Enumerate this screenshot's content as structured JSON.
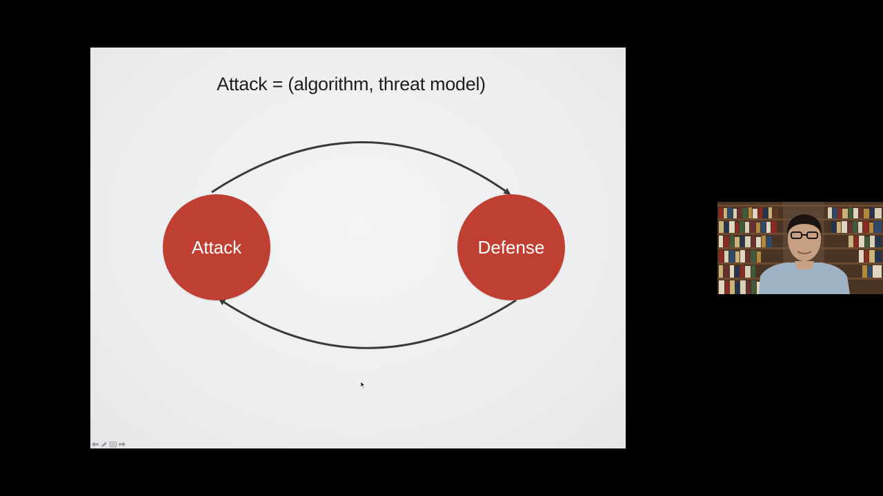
{
  "slide": {
    "title": "Attack = (algorithm, threat model)",
    "nodes": {
      "attack": "Attack",
      "defense": "Defense"
    },
    "colors": {
      "node": "#bf3f33",
      "arrow": "#3a3a3a"
    }
  },
  "controls": {
    "icons": [
      "arrow-left-icon",
      "pen-icon",
      "slides-icon",
      "arrow-right-icon"
    ]
  },
  "webcam": {
    "description_icon": "presenter-video-icon"
  }
}
